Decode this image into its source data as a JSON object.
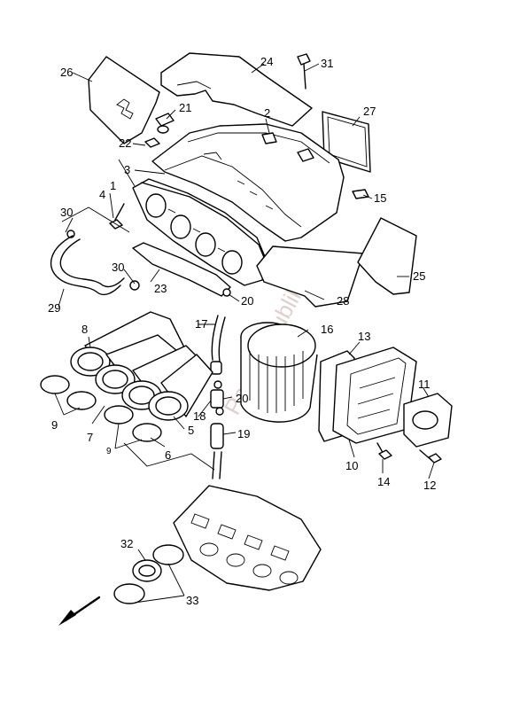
{
  "watermark": "PartsRepublik",
  "callouts": {
    "c1": "1",
    "c2": "2",
    "c3": "3",
    "c4": "4",
    "c5": "5",
    "c6": "6",
    "c7": "7",
    "c8": "8",
    "c9a": "9",
    "c9b": "9",
    "c10": "10",
    "c11": "11",
    "c12": "12",
    "c13": "13",
    "c14": "14",
    "c15": "15",
    "c16": "16",
    "c17": "17",
    "c18": "18",
    "c19": "19",
    "c20a": "20",
    "c20b": "20",
    "c21": "21",
    "c22": "22",
    "c23": "23",
    "c24": "24",
    "c25": "25",
    "c26": "26",
    "c27": "27",
    "c28": "28",
    "c29": "29",
    "c30a": "30",
    "c30b": "30",
    "c31": "31",
    "c32": "32",
    "c33": "33"
  },
  "icons": {
    "front_arrow": "direction-arrow-icon"
  }
}
